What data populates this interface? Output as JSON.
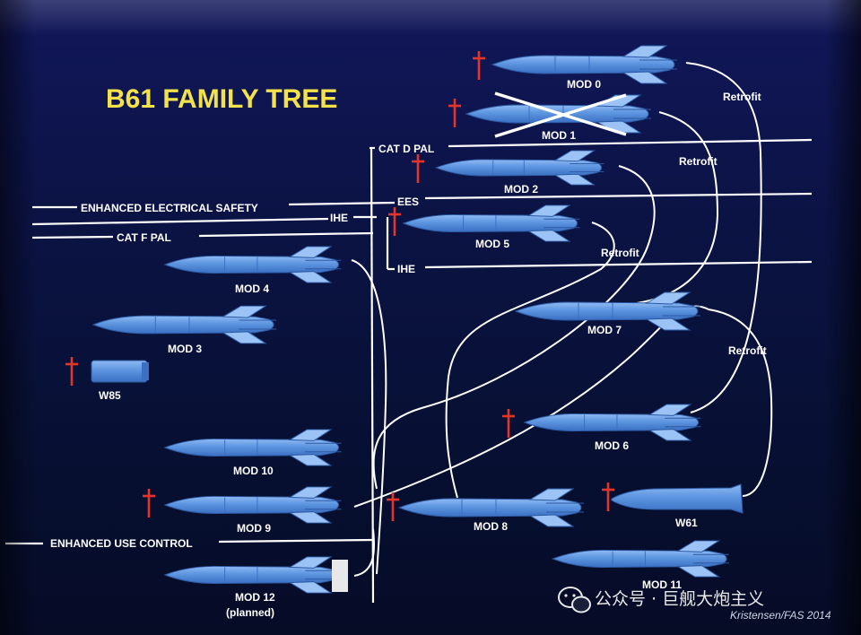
{
  "title": "B61 FAMILY TREE",
  "lines": {
    "ees_long": "ENHANCED ELECTRICAL SAFETY",
    "cat_f": "CAT F PAL",
    "ihe_left": "IHE",
    "cat_d": "CAT D PAL",
    "ees_short": "EES",
    "ihe_right": "IHE",
    "euc": "ENHANCED USE CONTROL"
  },
  "retrofit": [
    "Retrofit",
    "Retrofit",
    "Retrofit",
    "Retrofit"
  ],
  "weapons": {
    "mod0": "MOD 0",
    "mod1": "MOD 1",
    "mod2": "MOD 2",
    "mod5": "MOD 5",
    "mod4": "MOD 4",
    "mod3": "MOD 3",
    "w85": "W85",
    "mod7": "MOD 7",
    "mod6": "MOD 6",
    "mod10": "MOD 10",
    "mod9": "MOD 9",
    "mod8": "MOD 8",
    "w61": "W61",
    "mod11": "MOD 11",
    "mod12": "MOD 12",
    "mod12_note": "(planned)"
  },
  "retired": [
    "MOD 0",
    "MOD 1",
    "MOD 2",
    "MOD 5",
    "W85",
    "MOD 6",
    "MOD 9",
    "MOD 8",
    "W61"
  ],
  "cancelled": [
    "MOD 1"
  ],
  "watermark": "公众号 · 巨舰大炮主义",
  "credit": "Kristensen/FAS 2014",
  "colors": {
    "background": "#0b1344",
    "title": "#f3e24a",
    "bomb": "#5b93df",
    "cross": "#e4352a",
    "line": "#ffffff"
  }
}
